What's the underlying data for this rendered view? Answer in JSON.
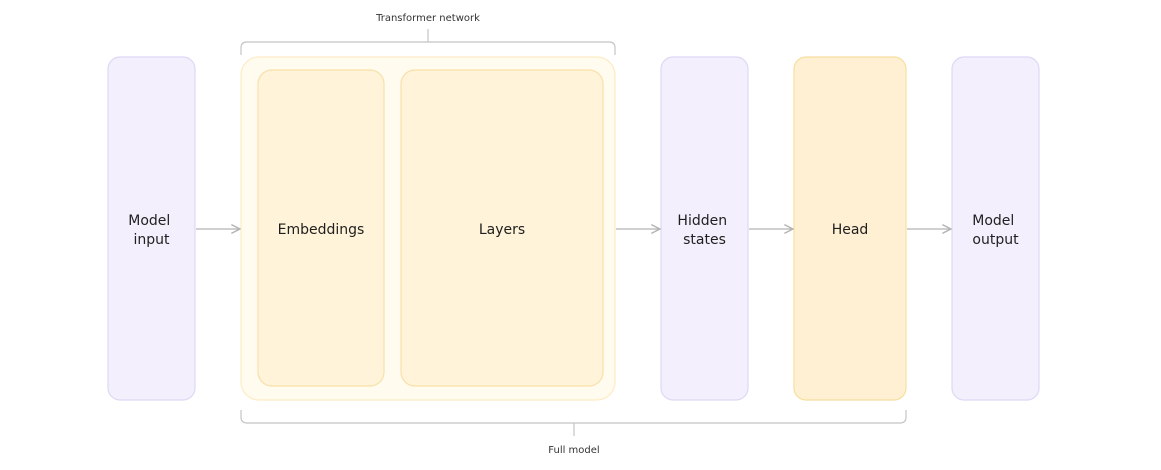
{
  "labels": {
    "transformer_network": "Transformer network",
    "full_model": "Full model"
  },
  "blocks": {
    "model_input": [
      "Model",
      "input"
    ],
    "embeddings": [
      "Embeddings"
    ],
    "layers": [
      "Layers"
    ],
    "hidden_states": [
      "Hidden",
      "states"
    ],
    "head": [
      "Head"
    ],
    "model_output": [
      "Model",
      "output"
    ]
  },
  "colors": {
    "purple_fill": "#f3effd",
    "purple_stroke": "#ddd8f5",
    "yellow_outer_fill": "#fffbee",
    "yellow_outer_stroke": "#fdecc4",
    "yellow_inner_fill": "#fff3d9",
    "yellow_inner_stroke": "#f8e1a9",
    "head_fill": "#fff0d3",
    "head_stroke": "#f8de9f"
  }
}
